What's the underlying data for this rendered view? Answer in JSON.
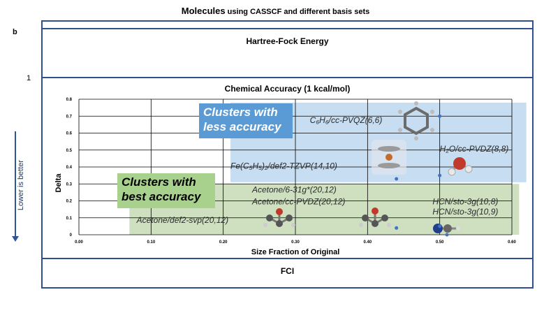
{
  "page": {
    "title_bold": "Molecules",
    "title_rest": " using CASSCF and different basis sets",
    "panel_letter": "b",
    "level_marker": "1",
    "hartree_fock": "Hartree-Fock Energy",
    "chemical_accuracy": "Chemical Accuracy (1 kcal/mol)",
    "fci": "FCI",
    "lower_is_better": "Lower is better",
    "clusters_less": [
      "Clusters with",
      "less accuracy"
    ],
    "clusters_best": [
      "Clusters with",
      "best accuracy"
    ]
  },
  "colors": {
    "frame": "#2f4f8f",
    "less_region": "#bdd7ee",
    "best_region": "#c5dbb5",
    "less_label_bg": "#5b9bd5",
    "best_label_bg": "#a9d18e",
    "points": "#4472c4"
  },
  "chart_data": {
    "type": "scatter",
    "xlabel": "Size Fraction of Original",
    "ylabel": "Delta",
    "xlim": [
      0,
      0.6
    ],
    "ylim": [
      0,
      0.8
    ],
    "xticks": [
      "0.00",
      "0.10",
      "0.20",
      "0.30",
      "0.40",
      "0.50",
      "0.60"
    ],
    "yticks": [
      "0",
      "0.1",
      "0.2",
      "0.3",
      "0.4",
      "0.5",
      "0.6",
      "0.7",
      "0.8"
    ],
    "grid": true,
    "regions": [
      {
        "name": "less accuracy",
        "x": [
          0.21,
          0.62
        ],
        "y": [
          0.31,
          0.78
        ]
      },
      {
        "name": "best accuracy",
        "x": [
          0.07,
          0.61
        ],
        "y": [
          0.0,
          0.3
        ]
      }
    ],
    "points": [
      {
        "x": 0.5,
        "y": 0.7
      },
      {
        "x": 0.44,
        "y": 0.33
      },
      {
        "x": 0.5,
        "y": 0.35
      },
      {
        "x": 0.44,
        "y": 0.04
      },
      {
        "x": 0.5,
        "y": 0.05
      },
      {
        "x": 0.51,
        "y": 0.0
      }
    ],
    "annotations": [
      {
        "text": "C₆H₆/cc-PVQZ(6,6)",
        "x": 0.32,
        "y": 0.66
      },
      {
        "text": "H₂O/cc-PVDZ(8,8)",
        "x": 0.5,
        "y": 0.49
      },
      {
        "text": "Fe(C₅H₅)₂/def2-TZVP(14,10)",
        "x": 0.21,
        "y": 0.39
      },
      {
        "text": "Acetone/6-31g*(20,12)",
        "x": 0.24,
        "y": 0.25
      },
      {
        "text": "Acetone/cc-PVDZ(20,12)",
        "x": 0.24,
        "y": 0.18
      },
      {
        "text": "HCN/sto-3g(10,8)",
        "x": 0.49,
        "y": 0.18
      },
      {
        "text": "HCN/sto-3g(10,9)",
        "x": 0.49,
        "y": 0.12
      },
      {
        "text": "Acetone/def2-svp(20,12)",
        "x": 0.08,
        "y": 0.07
      }
    ]
  }
}
